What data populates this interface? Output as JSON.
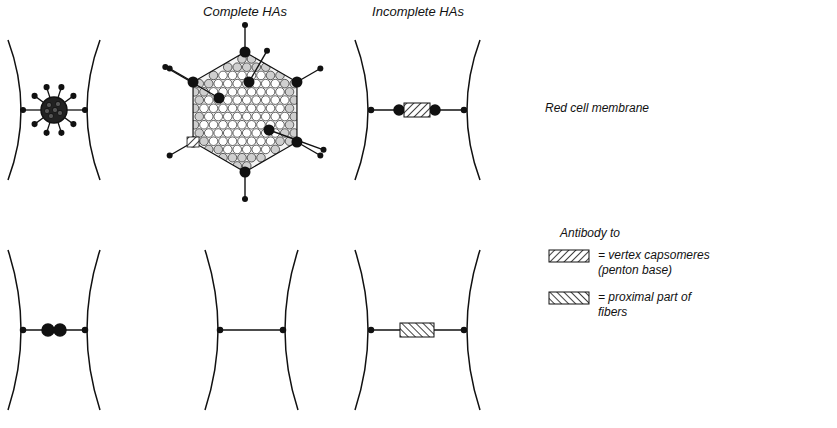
{
  "diagram": {
    "labels": [
      "Complete HAs",
      "Incomplete HAs",
      "Red cell membrane",
      "Antibody to"
    ],
    "legend": [
      {
        "text": "= vertex capsomeres (penton base)"
      },
      {
        "text": "= proximal part of fibers"
      }
    ]
  }
}
